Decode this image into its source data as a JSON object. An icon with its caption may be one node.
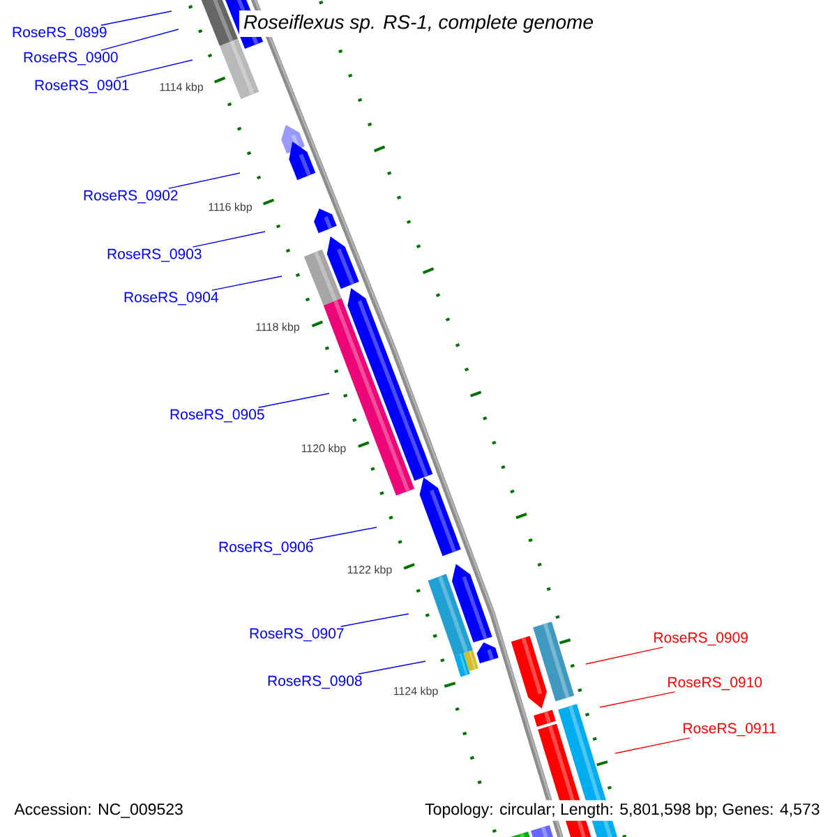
{
  "diagram": {
    "title": "Roseiflexus sp. RS-1, complete genome",
    "nodes": [
      {
        "text": [
          "RoseRS_0899"
        ]
      },
      {
        "text": [
          "RoseRS_0900"
        ]
      },
      {
        "text": [
          "RoseRS_0901"
        ]
      },
      {
        "text": [
          "RoseRS_0902"
        ]
      },
      {
        "text": [
          "RoseRS_0903"
        ]
      },
      {
        "text": [
          "RoseRS_0904"
        ]
      },
      {
        "text": [
          "RoseRS_0905"
        ]
      },
      {
        "text": [
          "RoseRS_0906"
        ]
      },
      {
        "text": [
          "RoseRS_0907"
        ]
      },
      {
        "text": [
          "RoseRS_0908"
        ]
      },
      {
        "text": [
          "RoseRS_0909"
        ]
      },
      {
        "text": [
          "RoseRS_0910"
        ]
      },
      {
        "text": [
          "RoseRS_0911"
        ]
      }
    ],
    "edges": [
      {
        "from": 0,
        "to": null,
        "arrow": "none"
      },
      {
        "from": 1,
        "to": null,
        "arrow": "none"
      },
      {
        "from": 2,
        "to": null,
        "arrow": "none"
      },
      {
        "from": 3,
        "to": null,
        "arrow": "none"
      },
      {
        "from": 4,
        "to": null,
        "arrow": "none"
      },
      {
        "from": 5,
        "to": null,
        "arrow": "none"
      },
      {
        "from": 6,
        "to": null,
        "arrow": "none"
      },
      {
        "from": 7,
        "to": null,
        "arrow": "none"
      },
      {
        "from": 8,
        "to": null,
        "arrow": "none"
      },
      {
        "from": 9,
        "to": null,
        "arrow": "none"
      },
      {
        "from": 10,
        "to": null,
        "arrow": "none",
        "color": "#ff0000"
      },
      {
        "from": 11,
        "to": null,
        "arrow": "none",
        "color": "#ff0000"
      },
      {
        "from": 12,
        "to": null,
        "arrow": "none",
        "color": "#ff0000"
      }
    ],
    "labels": [
      "1114 kbp",
      "1116 kbp",
      "1118 kbp",
      "1120 kbp",
      "1122 kbp",
      "1124 kbp",
      "Accession: NC_009523",
      "Topology: circular; Length: 5,801,598 bp; Genes: 4,573"
    ]
  }
}
